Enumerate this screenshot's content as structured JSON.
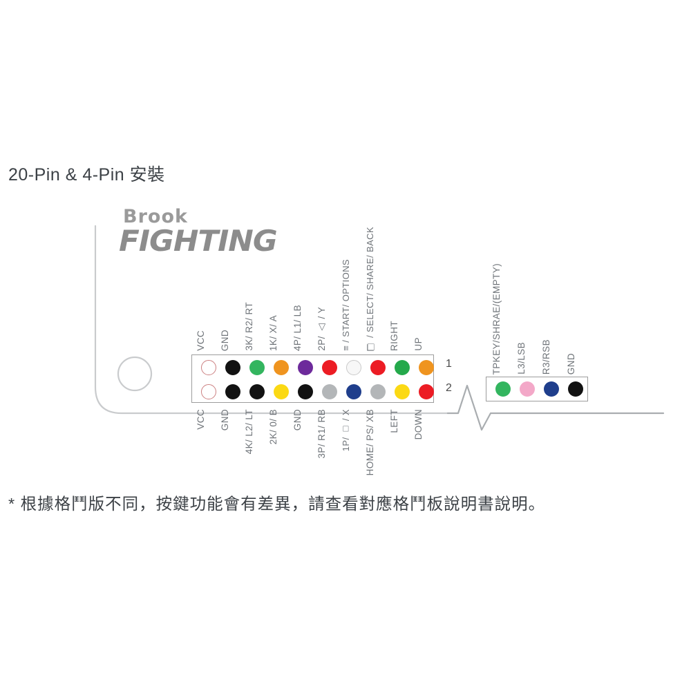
{
  "title": "20-Pin & 4-Pin 安裝",
  "logo": {
    "brand": "Brook",
    "product": "FIGHTING"
  },
  "connector_20pin": {
    "row_numbers": [
      "1",
      "2"
    ],
    "top_labels": [
      "VCC",
      "GND",
      "3K/ R2/ RT",
      "1K/ X/ A",
      "4P/ L1/ LB",
      "2P/ △ / Y",
      "≡ / START/ OPTIONS",
      "❐ / SELECT/ SHARE/ BACK",
      "RIGHT",
      "UP"
    ],
    "bottom_labels": [
      "VCC",
      "GND",
      "4K/ L2/ LT",
      "2K/ 0/ B",
      "GND",
      "3P/ R1/ RB",
      "1P/ □ / X",
      "HOME/ PS/ XB",
      "LEFT",
      "DOWN"
    ],
    "row1_colors": [
      "none",
      "#121212",
      "#33b55f",
      "#ef941f",
      "#6d2a9b",
      "#ec1c24",
      "#f7f7f7",
      "#ec1c24",
      "#24a94b",
      "#ef941f"
    ],
    "row2_colors": [
      "none",
      "#121212",
      "#121212",
      "#fbd914",
      "#121212",
      "#b3b6b8",
      "#1f3e8c",
      "#b3b6b8",
      "#fbd914",
      "#ec1c24"
    ]
  },
  "connector_4pin": {
    "labels": [
      "TPKEY/SHRAE/(EMPTY)",
      "L3/LSB",
      "R3/RSB",
      "GND"
    ],
    "colors": [
      "#33b55f",
      "#f3a8c8",
      "#1f3e8c",
      "#121212"
    ]
  },
  "note": "* 根據格鬥版不同，按鍵功能會有差異，請查看對應格鬥板說明書說明。"
}
